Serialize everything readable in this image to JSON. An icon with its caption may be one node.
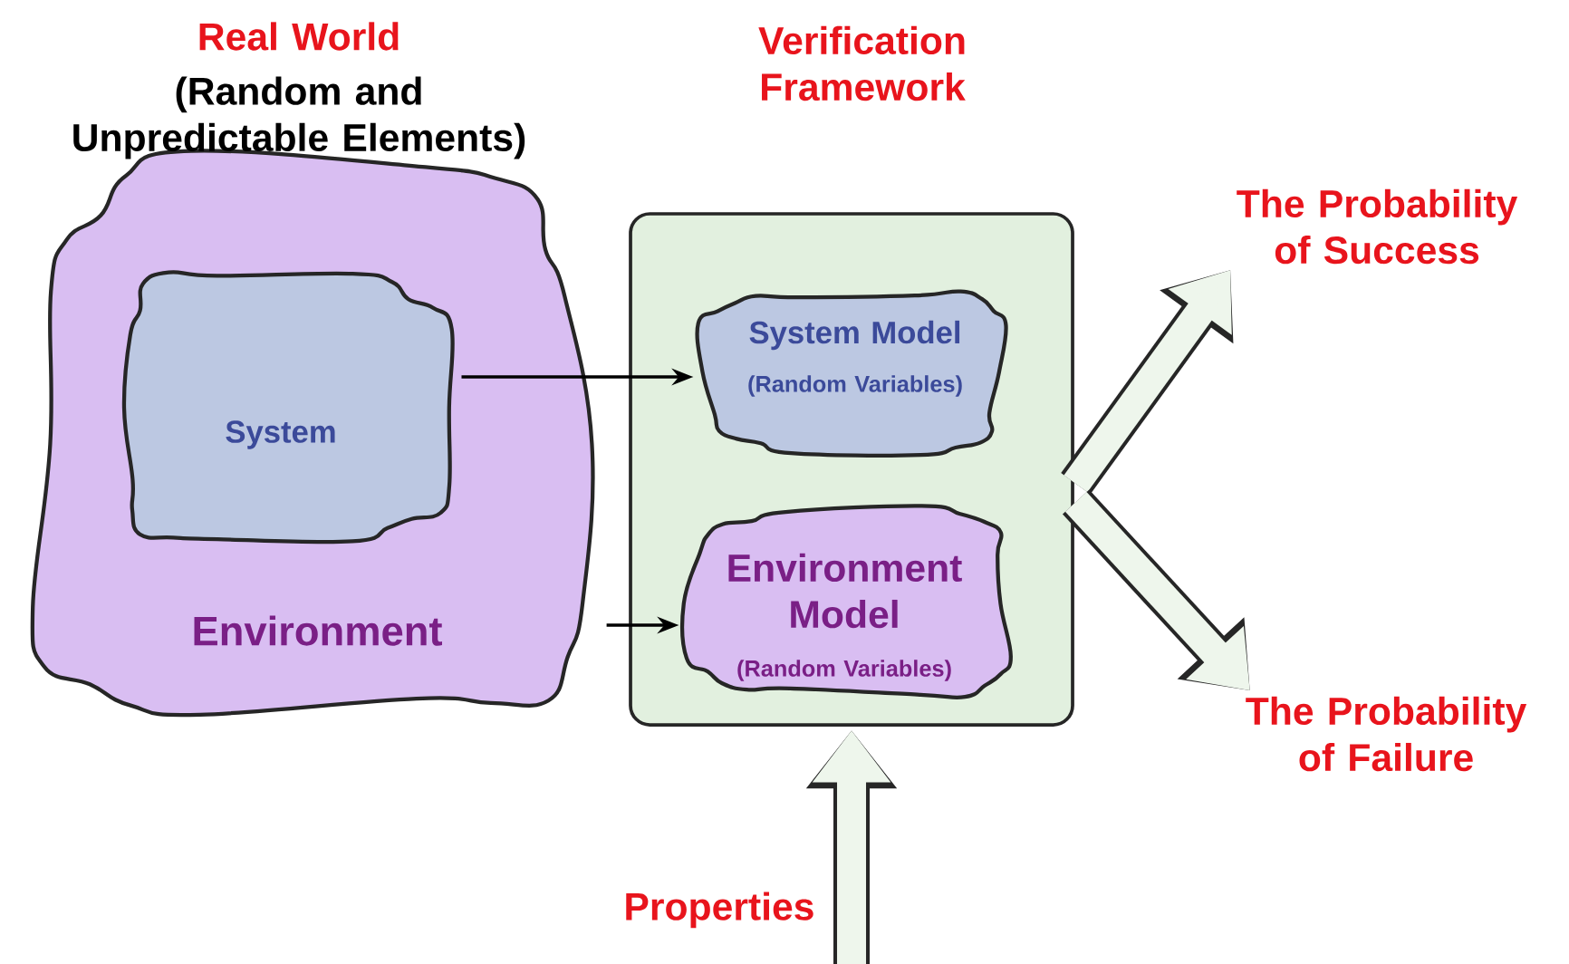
{
  "diagram": {
    "nodes": [
      {
        "text": [
          "Environment"
        ]
      },
      {
        "text": [
          "System"
        ],
        "in": 0
      },
      {
        "text": [
          "Verification Framework"
        ]
      },
      {
        "text": [
          "System Model",
          "(Random Variables)"
        ],
        "in": 2
      },
      {
        "text": [
          "Environment Model",
          "(Random Variables)"
        ],
        "in": 2
      },
      {
        "text": [
          "The Probability of Success"
        ]
      },
      {
        "text": [
          "The Probability of Failure"
        ]
      }
    ],
    "edges": [
      {
        "from": 1,
        "to": 3,
        "arrow": "to",
        "color": "#000000"
      },
      {
        "from": 0,
        "to": 4,
        "arrow": "to",
        "color": "#000000"
      },
      {
        "from": 2,
        "to": 5,
        "arrow": "to"
      },
      {
        "from": 2,
        "to": 6,
        "arrow": "to"
      },
      {
        "from": null,
        "to": 2,
        "arrow": "to",
        "label": "Properties"
      }
    ],
    "labels": [
      "Real World",
      "(Random and Unpredictable Elements)"
    ]
  }
}
